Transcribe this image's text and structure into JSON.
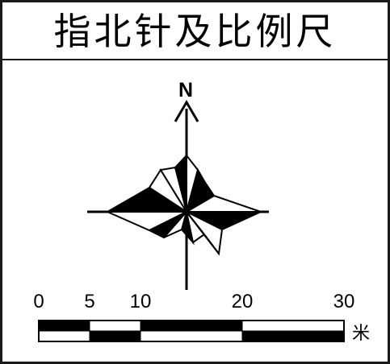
{
  "title": "指北针及比例尺",
  "north_arrow": {
    "letter": "N"
  },
  "scale_bar": {
    "labels": [
      "0",
      "5",
      "10",
      "20",
      "30"
    ],
    "unit": "米",
    "segments": [
      {
        "from": 0,
        "to": 5,
        "top": "black",
        "bottom": "white"
      },
      {
        "from": 5,
        "to": 10,
        "top": "white",
        "bottom": "black"
      },
      {
        "from": 10,
        "to": 20,
        "top": "black",
        "bottom": "white"
      },
      {
        "from": 20,
        "to": 30,
        "top": "white",
        "bottom": "black"
      }
    ]
  },
  "colors": {
    "ink": "#000000",
    "paper": "#ffffff"
  }
}
